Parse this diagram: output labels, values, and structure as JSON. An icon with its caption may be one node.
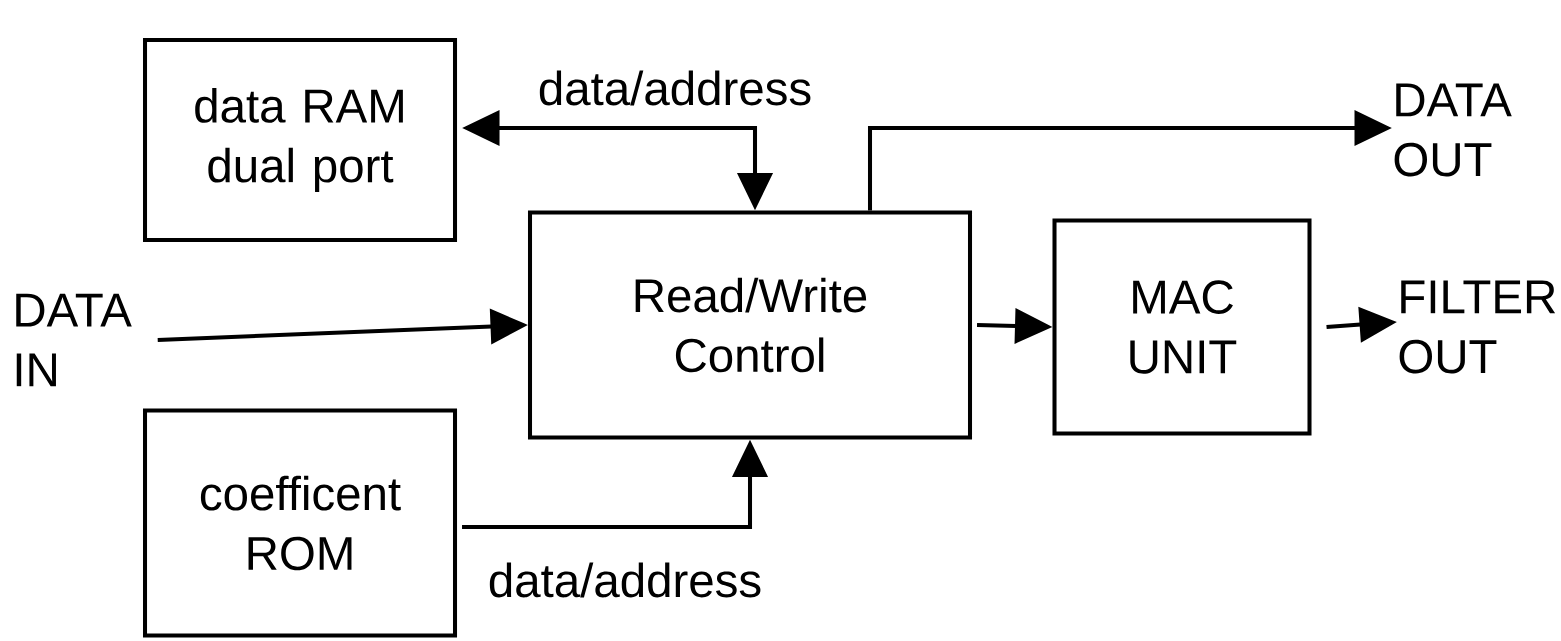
{
  "diagram": {
    "nodes": [
      {
        "text": [
          "data RAM dual port"
        ]
      },
      {
        "text": [
          "Read/Write Control"
        ]
      },
      {
        "text": [
          "MAC UNIT"
        ]
      },
      {
        "text": [
          "coefficent ROM"
        ]
      },
      {
        "text": [
          "DATA IN"
        ]
      },
      {
        "text": [
          "DATA OUT"
        ]
      },
      {
        "text": [
          "FILTER OUT"
        ]
      }
    ],
    "edges": [
      {
        "from": 0,
        "to": 1,
        "arrow": "both",
        "label": "data/address"
      },
      {
        "from": 4,
        "to": 1,
        "arrow": "to"
      },
      {
        "from": 3,
        "to": 1,
        "arrow": "to",
        "label": "data/address"
      },
      {
        "from": 1,
        "to": 5,
        "arrow": "to"
      },
      {
        "from": 1,
        "to": 2,
        "arrow": "to"
      },
      {
        "from": 2,
        "to": 6,
        "arrow": "to"
      }
    ]
  }
}
